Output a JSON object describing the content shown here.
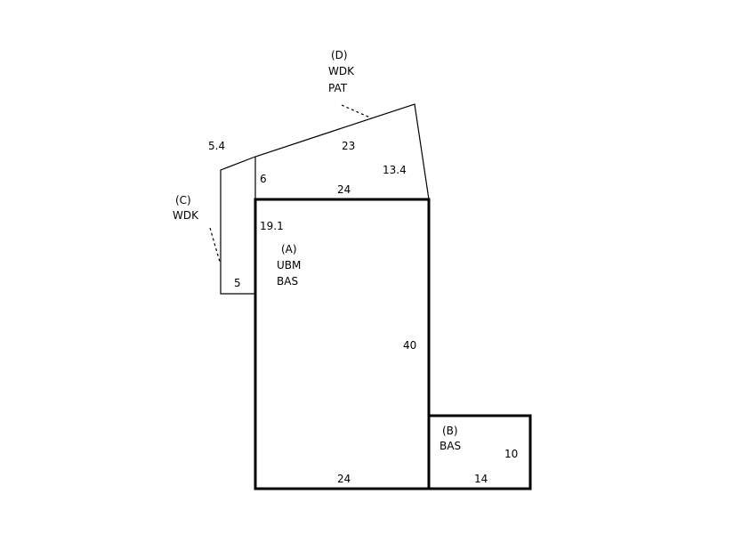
{
  "areas": {
    "A": {
      "code": "(A)",
      "lines": [
        "UBM",
        "BAS"
      ]
    },
    "B": {
      "code": "(B)",
      "lines": [
        "BAS"
      ]
    },
    "C": {
      "code": "(C)",
      "lines": [
        "WDK"
      ]
    },
    "D": {
      "code": "(D)",
      "lines": [
        "WDK",
        "PAT"
      ]
    }
  },
  "dimensions": {
    "a_top": "24",
    "a_right": "40",
    "a_bottom": "24",
    "a_left": "19.1",
    "b_bottom": "14",
    "b_right": "10",
    "c_bottom": "5",
    "c_top": "5.4",
    "d_left": "6",
    "d_top": "23",
    "d_right": "13.4"
  },
  "colors": {
    "line": "#000000",
    "background": "#ffffff"
  }
}
